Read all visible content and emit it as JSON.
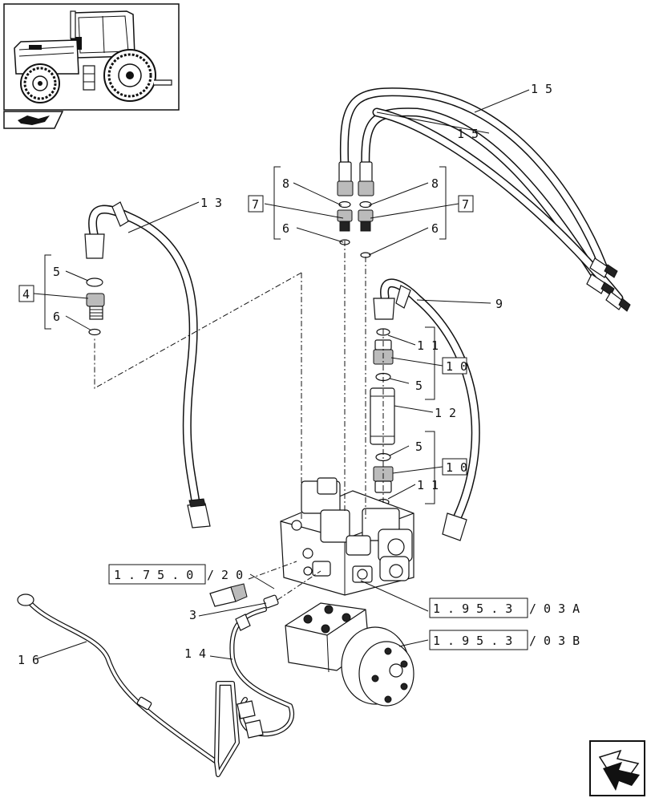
{
  "callouts": {
    "c15a": "1 5",
    "c15b": "1 5",
    "c13": "1 3",
    "c9": "9",
    "c8a": "8",
    "c8b": "8",
    "c7a": "7",
    "c7b": "7",
    "c6a": "6",
    "c6b": "6",
    "c6c": "6",
    "c5a": "5",
    "c5b": "5",
    "c5c": "5",
    "c4": "4",
    "c11a": "1 1",
    "c11b": "1 1",
    "c10a": "1 0",
    "c10b": "1 0",
    "c12": "1 2",
    "c3": "3",
    "c14": "1 4",
    "c16": "1 6"
  },
  "references": {
    "ref1_box": "1 . 7 5 . 0",
    "ref1_tail": "/ 2 0",
    "ref2_box": "1 . 9 5 . 3",
    "ref2_tail": "/ 0 3 A",
    "ref3_box": "1 . 9 5 . 3",
    "ref3_tail": "/ 0 3 B"
  },
  "icons": {
    "thumbnail": "tractor-thumbnail-icon",
    "book": "manual-book-icon",
    "nav": "next-page-arrow-icon"
  }
}
